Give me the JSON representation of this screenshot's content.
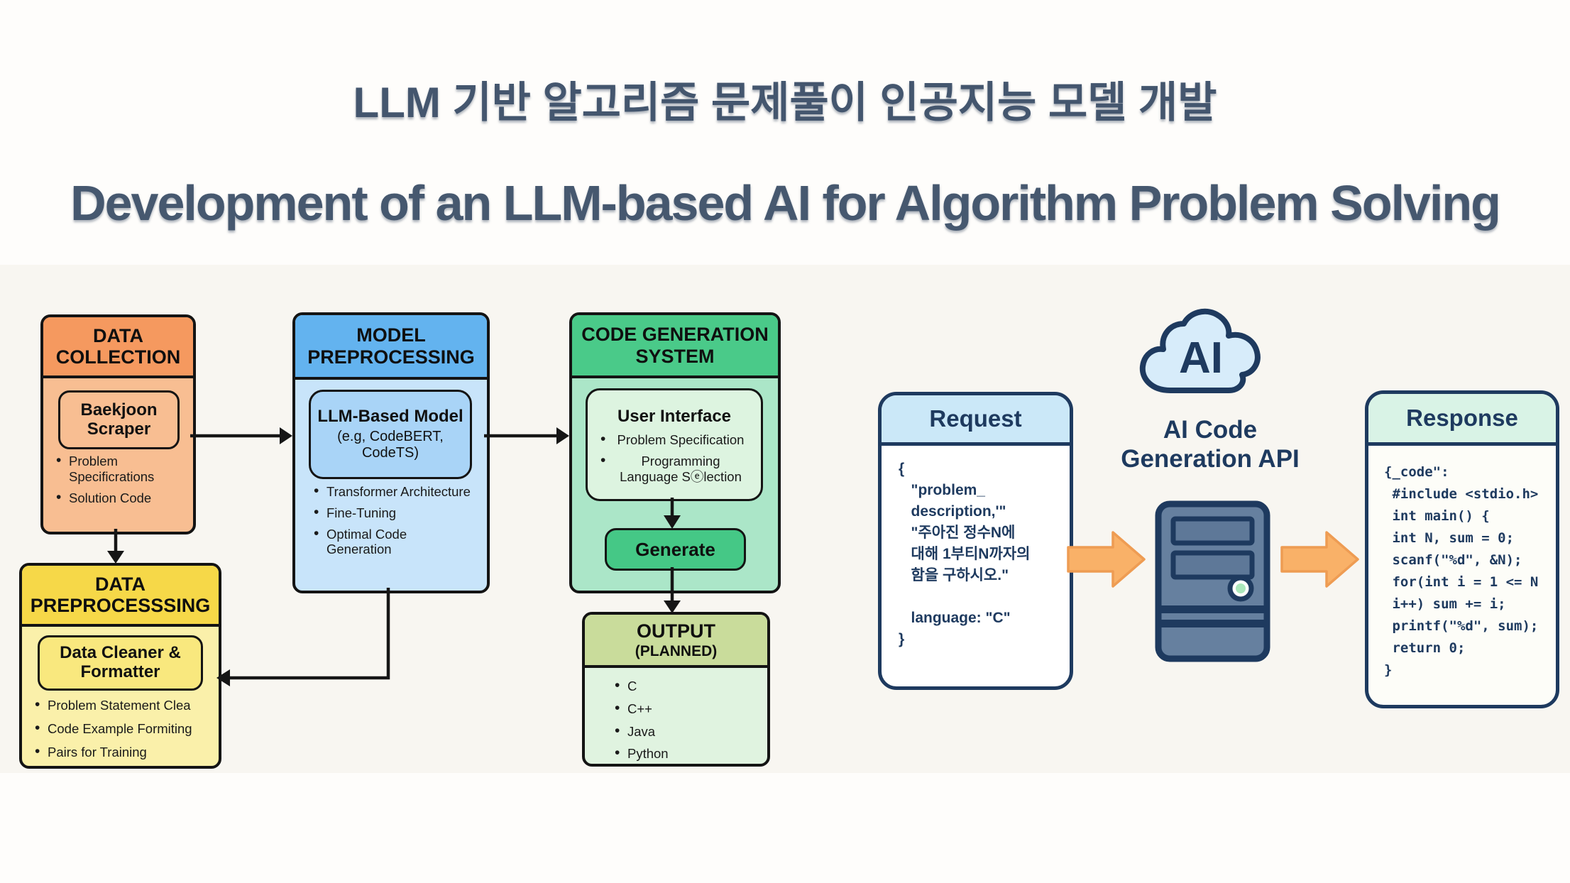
{
  "slide": {
    "title_ko": "LLM 기반 알고리즘 문제풀이 인공지능 모델 개발",
    "title_en": "Development of an LLM-based AI for Algorithm Problem Solving"
  },
  "flowchart": {
    "data_collection": {
      "title": "DATA COLLECTION",
      "inner_label": "Baekjoon Scraper",
      "bullets": [
        "Problem Specificrations",
        "Solution Code"
      ]
    },
    "model_preprocessing": {
      "title": "MODEL PREPROCESSING",
      "inner_title": "LLM-Based Model",
      "inner_subtitle": "(e.g, CodeBERT, CodeTS)",
      "bullets": [
        "Transformer Architecture",
        "Fine-Tuning",
        "Optimal Code Generation"
      ]
    },
    "code_generation_system": {
      "title": "CODE GENERATION SYSTEM",
      "inner_title": "User Interface",
      "bullets": [
        "Problem Specification",
        "Programming Language Sⓔlection"
      ],
      "generate_label": "Generate"
    },
    "data_preprocessing": {
      "title": "DATA PREPROCESSSING",
      "inner_label": "Data Cleaner & Formatter",
      "bullets": [
        "Problem Statement Clea",
        "Code Example Formiting",
        "Pairs for Training"
      ]
    },
    "output": {
      "title": "OUTPUT",
      "subtitle": "(PLANNED)",
      "bullets": [
        "C",
        "C++",
        "Java",
        "Python"
      ]
    }
  },
  "api_diagram": {
    "request": {
      "title": "Request",
      "code_lines": [
        "{",
        "   \"problem_",
        "   description,'\"",
        "   \"주아진 정수N에",
        "   대해 1부티N까자의",
        "   함을 구하시오.\"",
        "",
        "   language: \"C\"",
        "}"
      ]
    },
    "cloud_label": "AI",
    "caption": "AI Code Generation API",
    "response": {
      "title": "Response",
      "code_lines": [
        "{_code\":",
        " #include <stdio.h>",
        " int main() {",
        " int N, sum = 0;",
        " scanf(\"%d\", &N);",
        " for(int i = 1 <= N",
        " i++) sum += i;",
        " printf(\"%d\", sum);",
        " return 0;",
        "}"
      ]
    },
    "icons": {
      "cloud": "ai-cloud-icon",
      "server": "api-server-icon",
      "arrow": "flow-arrow-right-icon"
    }
  },
  "colors": {
    "title_text": "#44566E",
    "navy": "#1E3A5F",
    "orange_header": "#F5995F",
    "orange_body": "#F8BE92",
    "blue_header": "#63B3EF",
    "blue_body": "#C8E4FA",
    "blue_inner": "#A9D4F7",
    "green_header": "#4ACA89",
    "green_body": "#ABE6C8",
    "green_inner": "#DDF4E0",
    "yellow_header": "#F6D848",
    "yellow_body": "#FAF0AA",
    "yellow_inner": "#F9E87E",
    "olive_header": "#C9DC9B",
    "olive_body": "#E0F3E0",
    "request_header_bg": "#CBE8F8",
    "response_header_bg": "#D9F3E6",
    "arrow_fill": "#F9B168",
    "arrow_stroke": "#EE9C53",
    "server_fill": "#66809F"
  }
}
